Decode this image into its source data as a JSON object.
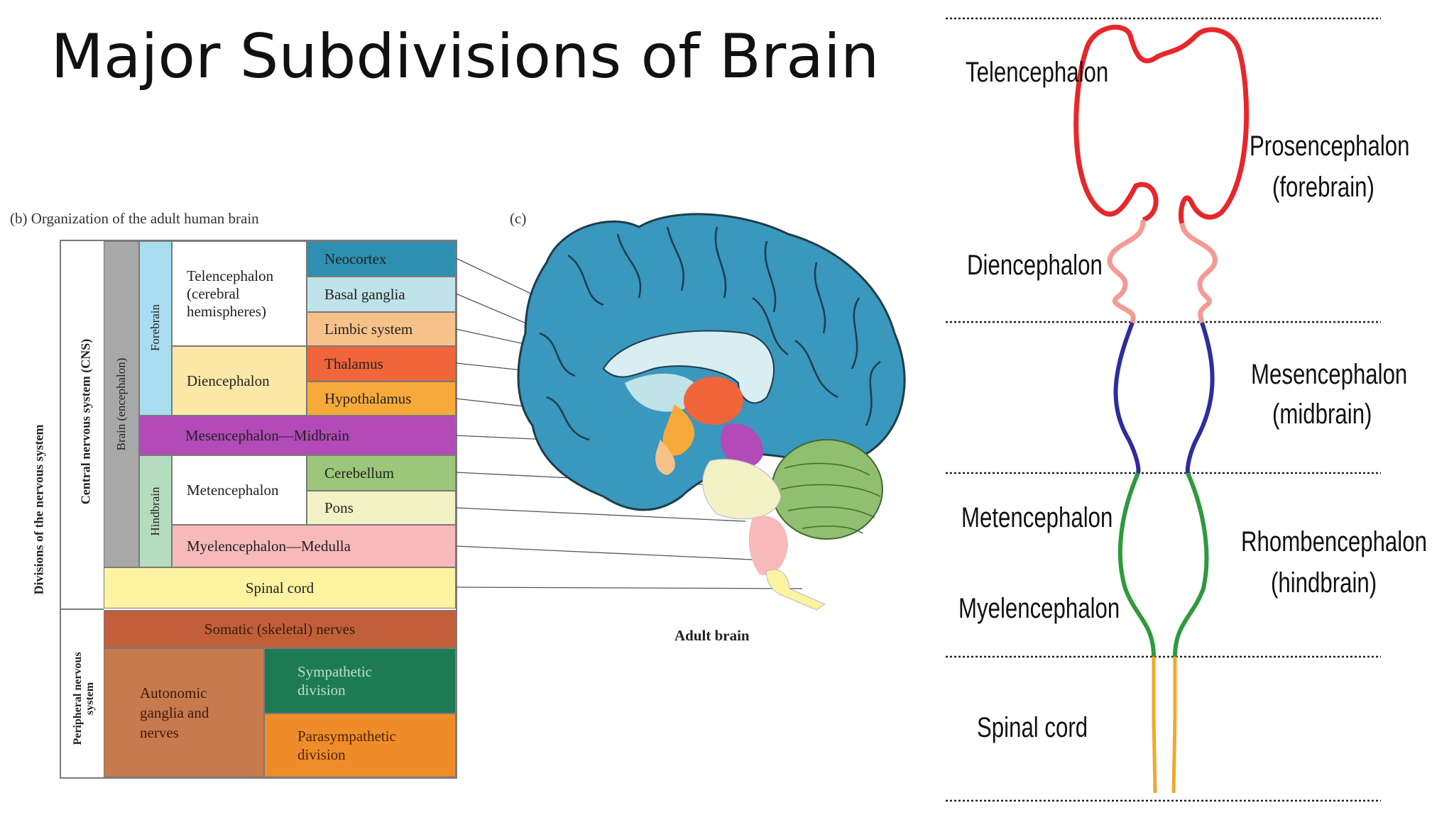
{
  "title": "Major Subdivisions of Brain",
  "panel_b": {
    "caption": "(b) Organization of the adult human brain",
    "rotated": {
      "divisions": "Divisions of the nervous system",
      "cns": "Central nervous system (CNS)",
      "brain": "Brain (encephalon)",
      "forebrain": "Forebrain",
      "hindbrain": "Hindbrain",
      "pns": "Peripheral nervous system"
    },
    "telencephalon": "Telencephalon (cerebral hemispheres)",
    "neocortex": "Neocortex",
    "basal_ganglia": "Basal ganglia",
    "limbic": "Limbic system",
    "diencephalon": "Diencephalon",
    "thalamus": "Thalamus",
    "hypothalamus": "Hypothalamus",
    "mesencephalon": "Mesencephalon—Midbrain",
    "metencephalon": "Metencephalon",
    "cerebellum": "Cerebellum",
    "pons": "Pons",
    "myelencephalon": "Myelencephalon—Medulla",
    "spinal_cord": "Spinal cord",
    "somatic": "Somatic (skeletal) nerves",
    "autonomic": "Autonomic ganglia and nerves",
    "sympathetic": "Sympathetic division",
    "parasympathetic": "Parasympathetic division"
  },
  "panel_c": {
    "caption": "(c)",
    "label": "Adult brain"
  },
  "right_diagram": {
    "telencephalon": "Telencephalon",
    "diencephalon": "Diencephalon",
    "prosencephalon": "Prosencephalon",
    "prosencephalon_sub": "(forebrain)",
    "mesencephalon": "Mesencephalon",
    "mesencephalon_sub": "(midbrain)",
    "metencephalon": "Metencephalon",
    "myelencephalon": "Myelencephalon",
    "rhombencephalon": "Rhombencephalon",
    "rhombencephalon_sub": "(hindbrain)",
    "spinal_cord": "Spinal cord"
  },
  "colors": {
    "neocortex": "#2e8fb0",
    "basal_ganglia": "#bfe3e8",
    "limbic": "#f7c28a",
    "thalamus": "#f0653a",
    "hypothalamus": "#f7a93a",
    "diencephalon": "#fde7a6",
    "telencephalon": "#ffffff",
    "forebrain": "#a8dcf0",
    "mesencephalon": "#b24ab8",
    "hindbrain": "#b6dcc0",
    "cerebellum": "#9cc77a",
    "pons": "#f3f1c6",
    "medulla": "#f8b9bb",
    "spinal": "#fdf3a0",
    "somatic": "#c05f3a",
    "autonomic": "#c77a4e",
    "sympathetic": "#1e7a55",
    "parasympathetic": "#ef8c2a",
    "brain_bar": "#a8a8a8",
    "telencephalon_line": "#e8262b",
    "diencephalon_line": "#f49a93",
    "mesencephalon_line": "#2d2d9c",
    "hindbrain_line": "#2e9a3c",
    "spinal_line": "#f0a92b"
  }
}
